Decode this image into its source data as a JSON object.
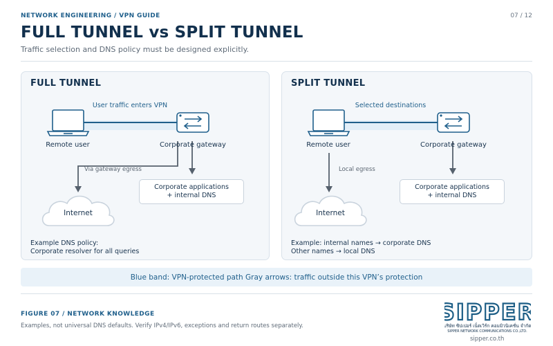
{
  "header": {
    "section": "NETWORK ENGINEERING / VPN GUIDE",
    "page": "07 / 12",
    "title": "FULL TUNNEL vs SPLIT TUNNEL",
    "subtitle": "Traffic selection and DNS policy must be designed explicitly."
  },
  "full_tunnel": {
    "title": "FULL TUNNEL",
    "flow_label": "User traffic enters VPN",
    "remote_user": "Remote user",
    "gateway": "Corporate gateway",
    "egress_label": "Via gateway egress",
    "apps_line1": "Corporate applications",
    "apps_line2": "+ internal DNS",
    "internet": "Internet",
    "policy_line1": "Example DNS policy:",
    "policy_line2": "Corporate resolver for all queries"
  },
  "split_tunnel": {
    "title": "SPLIT TUNNEL",
    "flow_label": "Selected destinations",
    "remote_user": "Remote user",
    "gateway": "Corporate gateway",
    "egress_label": "Local egress",
    "apps_line1": "Corporate applications",
    "apps_line2": "+ internal DNS",
    "internet": "Internet",
    "policy_line1": "Example: internal names → corporate DNS",
    "policy_line2": "Other names → local DNS"
  },
  "legend": "Blue band: VPN-protected path Gray arrows: traffic outside this VPN’s protection",
  "footer": {
    "figure": "FIGURE 07 / NETWORK KNOWLEDGE",
    "note": "Examples, not universal DNS defaults. Verify IPv4/IPv6, exceptions and return routes separately.",
    "logo": "SIPPER",
    "logo_thai": "บริษัท ซิปเปอร์ เน็ตเวิร์ก คอมมิวนิเคชั่น จำกัด",
    "logo_english": "SIPPER NETWORK COMMUNICATIONS CO.,LTD.",
    "site": "sipper.co.th"
  },
  "colors": {
    "navy": "#12304d",
    "accent_blue": "#1f5f8b",
    "band_blue": "#e2eef8",
    "arrow_gray": "#56616d",
    "panel_bg": "#f4f7fa"
  },
  "icons": [
    "laptop-icon",
    "gateway-switch-icon",
    "cloud-icon",
    "arrow-down-icon"
  ]
}
